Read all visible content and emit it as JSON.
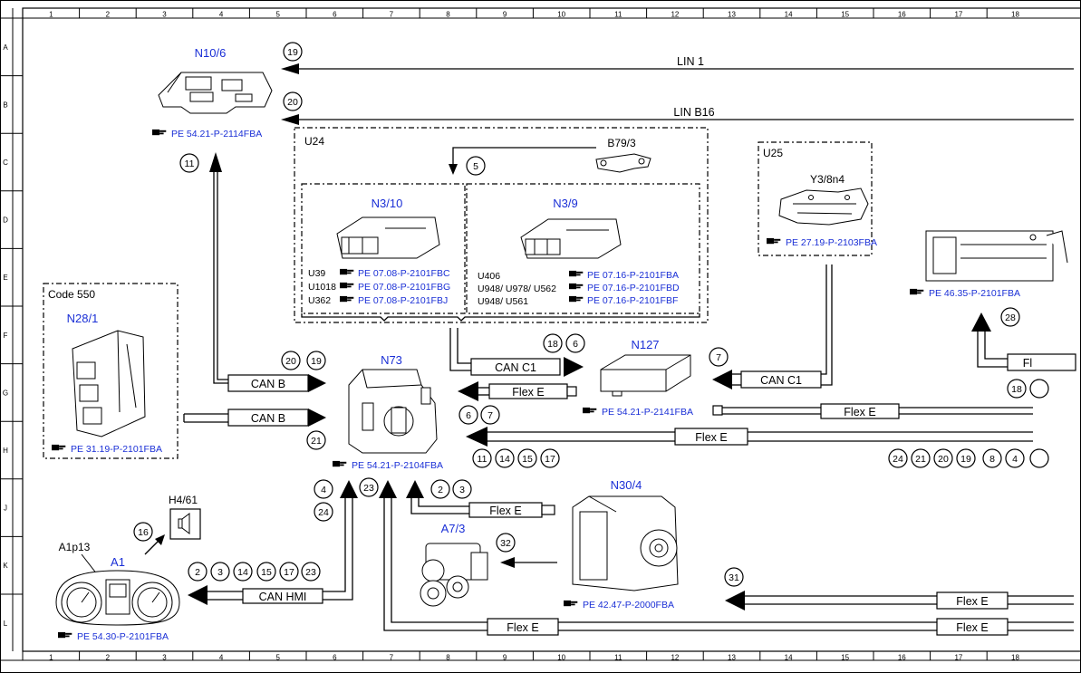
{
  "grid": {
    "cols": [
      "1",
      "2",
      "3",
      "4",
      "5",
      "6",
      "7",
      "8",
      "9",
      "10",
      "11",
      "12",
      "13",
      "14",
      "15",
      "16",
      "17",
      "18"
    ],
    "rows": [
      "A",
      "B",
      "C",
      "D",
      "E",
      "F",
      "G",
      "H",
      "J",
      "K",
      "L"
    ]
  },
  "components": {
    "n10_6": {
      "name": "N10/6",
      "ref": "PE 54.21-P-2114FBA"
    },
    "u24": {
      "name": "U24"
    },
    "b79_3": {
      "name": "B79/3"
    },
    "n3_10": {
      "name": "N3/10",
      "codes": [
        "U39",
        "U1018",
        "U362"
      ],
      "refs": [
        "PE 07.08-P-2101FBC",
        "PE 07.08-P-2101FBG",
        "PE 07.08-P-2101FBJ"
      ]
    },
    "n3_9": {
      "name": "N3/9",
      "codes": [
        "U406",
        "U948/ U978/ U562",
        "U948/ U561"
      ],
      "refs": [
        "PE 07.16-P-2101FBA",
        "PE 07.16-P-2101FBD",
        "PE 07.16-P-2101FBF"
      ]
    },
    "u25": {
      "name": "U25"
    },
    "y3_8n4": {
      "name": "Y3/8n4",
      "ref": "PE 27.19-P-2103FBA"
    },
    "right_unit": {
      "ref": "PE 46.35-P-2101FBA"
    },
    "code550": {
      "name": "Code 550"
    },
    "n28_1": {
      "name": "N28/1",
      "ref": "PE 31.19-P-2101FBA"
    },
    "n73": {
      "name": "N73",
      "ref": "PE 54.21-P-2104FBA"
    },
    "n127": {
      "name": "N127",
      "ref": "PE 54.21-P-2141FBA"
    },
    "n30_4": {
      "name": "N30/4",
      "ref": "PE 42.47-P-2000FBA"
    },
    "a7_3": {
      "name": "A7/3"
    },
    "h4_61": {
      "name": "H4/61"
    },
    "a1p13": {
      "name": "A1p13"
    },
    "a1": {
      "name": "A1",
      "ref": "PE 54.30-P-2101FBA"
    }
  },
  "buses": {
    "lin1": "LIN 1",
    "linb16": "LIN B16",
    "can_b": "CAN B",
    "can_c1": "CAN C1",
    "flex_e": "Flex E",
    "can_hmi": "CAN HMI",
    "fl": "Fl"
  },
  "markers": {
    "m19a": "19",
    "m20a": "20",
    "m11": "11",
    "m5": "5",
    "m20b": "20",
    "m19b": "19",
    "m21": "21",
    "m18a": "18",
    "m6a": "6",
    "m7a": "7",
    "m6b": "6",
    "m7b": "7",
    "m11b": "11",
    "m14a": "14",
    "m15a": "15",
    "m17a": "17",
    "m28": "28",
    "m18b": "18",
    "m18c": "",
    "m24a": "24",
    "m21b": "21",
    "m20c": "20",
    "m19c": "19",
    "m8": "8",
    "m4a": "4",
    "mblank": "",
    "m4b": "4",
    "m24b": "24",
    "m23a": "23",
    "m2a": "2",
    "m3a": "3",
    "m16": "16",
    "m32": "32",
    "m31": "31",
    "m2b": "2",
    "m3b": "3",
    "m14b": "14",
    "m15b": "15",
    "m17b": "17",
    "m23b": "23"
  }
}
